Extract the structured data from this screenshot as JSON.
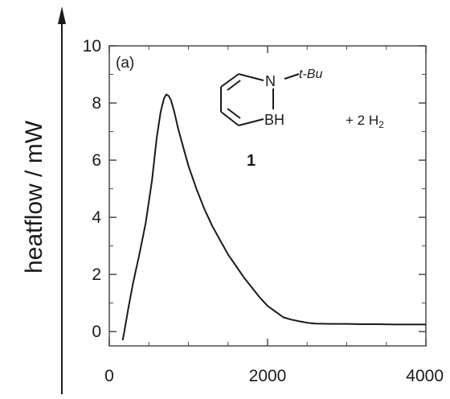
{
  "chart_data": {
    "type": "line",
    "ylabel": "heatflow / mW",
    "xlabel": "",
    "xlim": [
      0,
      4000
    ],
    "ylim": [
      -0.5,
      10
    ],
    "x_ticks": [
      0,
      2000,
      4000
    ],
    "y_ticks": [
      0,
      2,
      4,
      6,
      8,
      10
    ],
    "grid": false,
    "panel_label": "(a)",
    "annotation": {
      "substituent": "t-Bu",
      "atom_n": "N",
      "atom_bh": "BH",
      "compound_number": "1",
      "reagent": "+ 2 H",
      "reagent_subscript": "2"
    },
    "series": [
      {
        "x": [
          170,
          190,
          240,
          300,
          380,
          460,
          540,
          600,
          650,
          690,
          720,
          750,
          780,
          820,
          870,
          930,
          1000,
          1100,
          1200,
          1300,
          1400,
          1500,
          1600,
          1700,
          1800,
          1900,
          2000,
          2100,
          2200,
          2300,
          2400,
          2500,
          2600,
          2800,
          3000,
          3200,
          3400,
          3600,
          3800,
          4000
        ],
        "y": [
          -0.3,
          0.0,
          0.8,
          1.7,
          2.7,
          3.8,
          5.3,
          6.8,
          7.7,
          8.15,
          8.3,
          8.25,
          8.1,
          7.7,
          7.1,
          6.5,
          5.8,
          5.0,
          4.3,
          3.7,
          3.2,
          2.7,
          2.3,
          1.9,
          1.55,
          1.2,
          0.9,
          0.7,
          0.5,
          0.42,
          0.36,
          0.31,
          0.28,
          0.27,
          0.27,
          0.26,
          0.26,
          0.25,
          0.25,
          0.25
        ],
        "color": "#1a1a1a"
      }
    ]
  }
}
